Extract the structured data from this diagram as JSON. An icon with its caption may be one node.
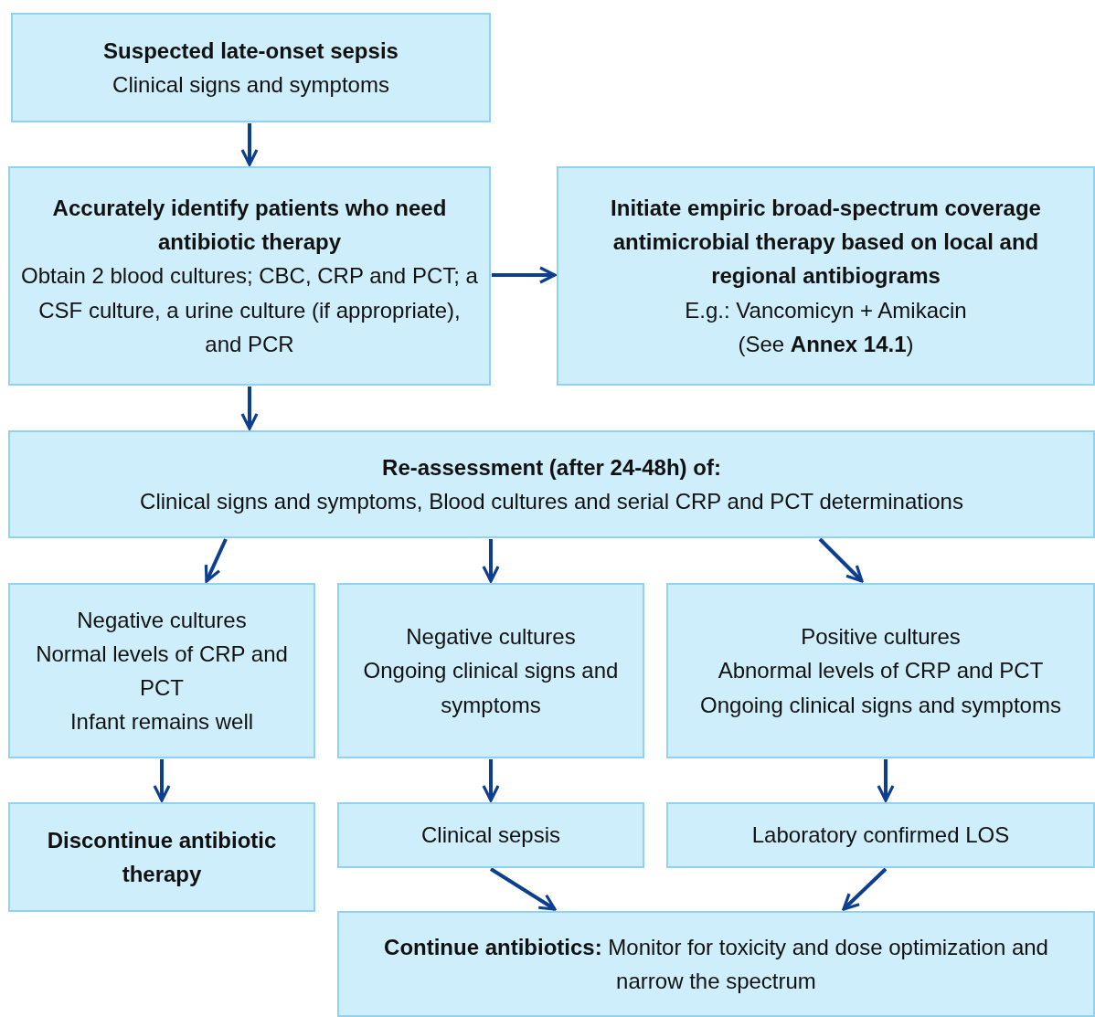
{
  "diagram": {
    "nodes": [
      {
        "text": [
          "Suspected late-onset sepsis",
          "Clinical signs and symptoms"
        ]
      },
      {
        "text": [
          "Accurately identify patients who need antibiotic therapy",
          "Obtain 2 blood cultures; CBC, CRP and PCT; a CSF culture, a urine culture (if appropriate), and PCR"
        ]
      },
      {
        "text": [
          "Initiate empiric broad-spectrum coverage antimicrobial therapy based on local and regional antibiograms",
          "E.g.: Vancomicyn + Amikacin",
          "(See **Annex 14.1**)"
        ]
      },
      {
        "text": [
          "Re-assessment (after 24-48h) of:",
          "Clinical signs and symptoms, Blood cultures and serial CRP and PCT determinations"
        ]
      },
      {
        "text": [
          "Negative cultures",
          "Normal levels of CRP and PCT",
          "Infant remains well"
        ]
      },
      {
        "text": [
          "Negative cultures",
          "Ongoing clinical signs and symptoms"
        ]
      },
      {
        "text": [
          "Positive cultures",
          "Abnormal levels of CRP and PCT",
          "Ongoing clinical signs and symptoms"
        ]
      },
      {
        "text": [
          "Discontinue antibiotic therapy"
        ]
      },
      {
        "text": [
          "Clinical sepsis"
        ]
      },
      {
        "text": [
          "Laboratory confirmed LOS"
        ]
      },
      {
        "text": [
          "**Continue antibiotics:** Monitor for toxicity and dose optimization and narrow the spectrum"
        ]
      }
    ],
    "edges": [
      {
        "from": 0,
        "to": 1,
        "arrow": "to"
      },
      {
        "from": 1,
        "to": 2,
        "arrow": "to"
      },
      {
        "from": 1,
        "to": 3,
        "arrow": "to"
      },
      {
        "from": 3,
        "to": 4,
        "arrow": "to"
      },
      {
        "from": 3,
        "to": 5,
        "arrow": "to"
      },
      {
        "from": 3,
        "to": 6,
        "arrow": "to"
      },
      {
        "from": 4,
        "to": 7,
        "arrow": "to"
      },
      {
        "from": 5,
        "to": 8,
        "arrow": "to"
      },
      {
        "from": 6,
        "to": 9,
        "arrow": "to"
      },
      {
        "from": 8,
        "to": 10,
        "arrow": "to"
      },
      {
        "from": 9,
        "to": 10,
        "arrow": "to"
      }
    ]
  }
}
